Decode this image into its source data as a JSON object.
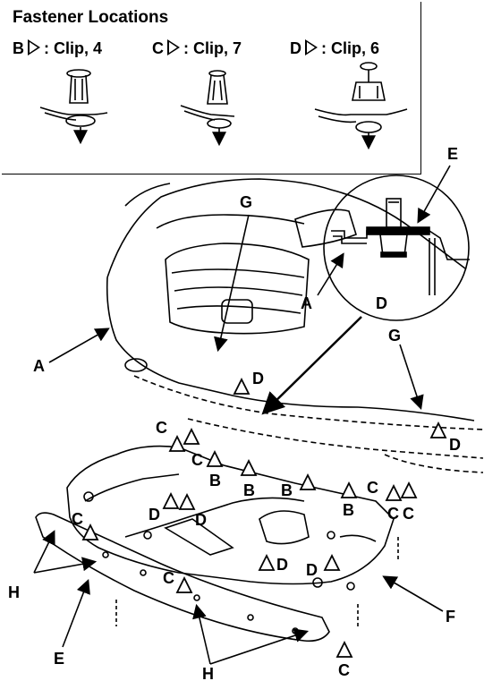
{
  "legend": {
    "title": "Fastener Locations",
    "items": [
      {
        "letter": "B",
        "sep": ": Clip, 4"
      },
      {
        "letter": "C",
        "sep": ": Clip, 7"
      },
      {
        "letter": "D",
        "sep": ": Clip, 6"
      }
    ]
  },
  "callouts": {
    "E_top": "E",
    "G_top": "G",
    "A_detail": "A",
    "D_detail": "D",
    "A_left": "A",
    "G_right": "G",
    "D1": "D",
    "D2": "D",
    "C1": "C",
    "C2": "C",
    "B1": "B",
    "B2": "B",
    "B3": "B",
    "C3": "C",
    "C4": "C",
    "D3": "D",
    "D4": "D",
    "B4": "B",
    "C5": "C",
    "C6": "C",
    "H_left": "H",
    "C7": "C",
    "D5": "D",
    "D6": "D",
    "F": "F",
    "E_bottom": "E",
    "H_bottom": "H",
    "C8": "C"
  }
}
